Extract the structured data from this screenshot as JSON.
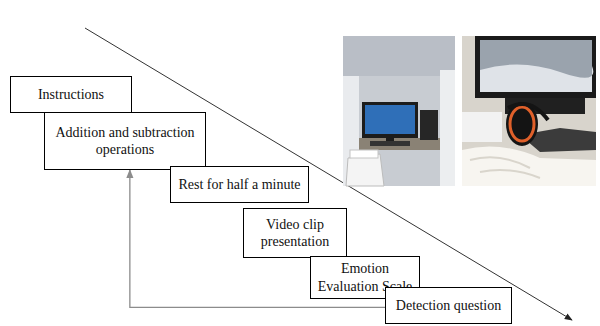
{
  "diagram": {
    "nodes": [
      {
        "text": [
          "Instructions"
        ]
      },
      {
        "text": [
          "Addition and subtraction operations"
        ]
      },
      {
        "text": [
          "Rest for half a minute"
        ]
      },
      {
        "text": [
          "Video clip presentation"
        ]
      },
      {
        "text": [
          "Emotion Evaluation Scale"
        ]
      },
      {
        "text": [
          "Detection question"
        ]
      }
    ],
    "edges": [
      {
        "from": 5,
        "to": 1,
        "arrow": "to"
      }
    ]
  }
}
